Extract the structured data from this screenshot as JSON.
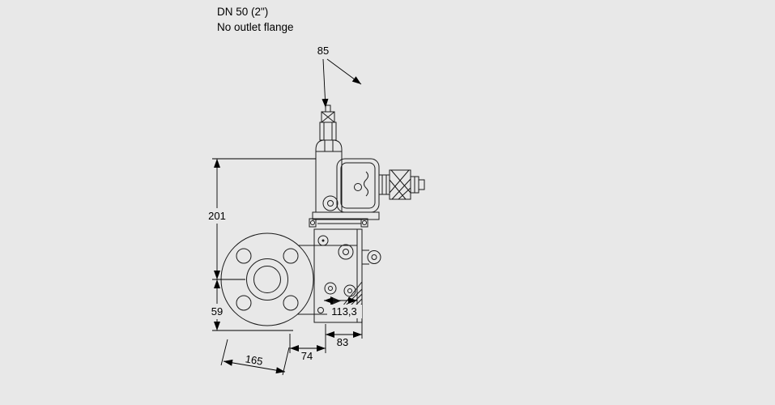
{
  "window": {
    "background": "#e8e8e8"
  },
  "drawing": {
    "line_color": "#1a1a1a",
    "dimension_color": "#000000"
  },
  "header": {
    "line1": "DN 50 (2\")",
    "line2": "No outlet flange"
  },
  "dimensions": {
    "actuator_top_width": "85",
    "center_to_top": "201",
    "center_to_bottom": "59",
    "inlet_to_center": "74",
    "center_to_outlet": "83",
    "flange_to_outlet_face": "113,3",
    "flange_diameter": "165"
  }
}
